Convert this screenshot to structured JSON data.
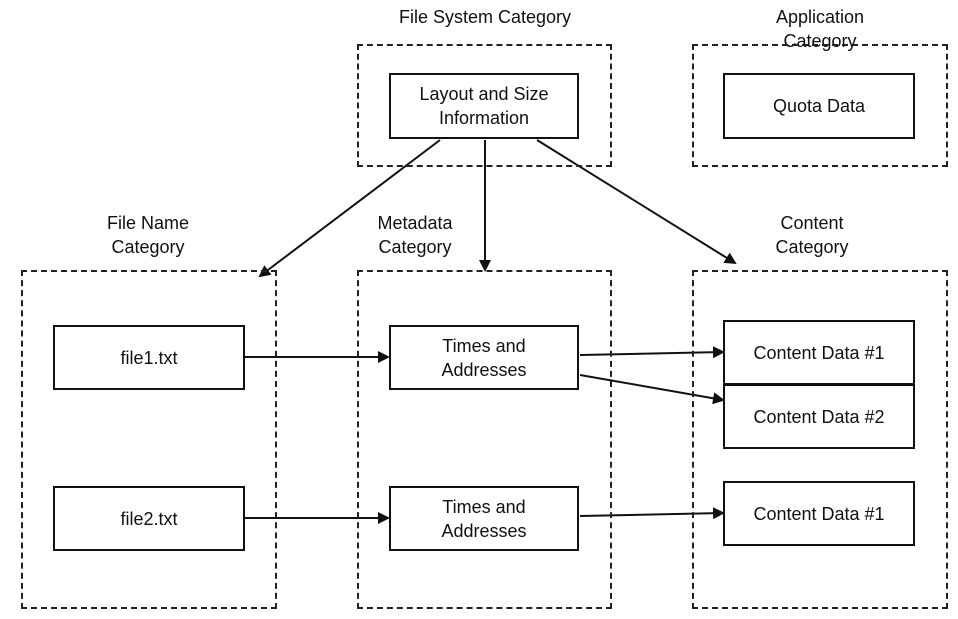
{
  "categories": {
    "file_system": "File System Category",
    "application": "Application Category",
    "file_name": "File Name\nCategory",
    "metadata": "Metadata\nCategory",
    "content": "Content\nCategory"
  },
  "boxes": {
    "layout_size": "Layout and Size\nInformation",
    "quota": "Quota Data",
    "file1": "file1.txt",
    "file2": "file2.txt",
    "times1": "Times and\nAddresses",
    "times2": "Times and\nAddresses",
    "content1": "Content Data #1",
    "content2": "Content Data #2",
    "content3": "Content Data #1"
  }
}
